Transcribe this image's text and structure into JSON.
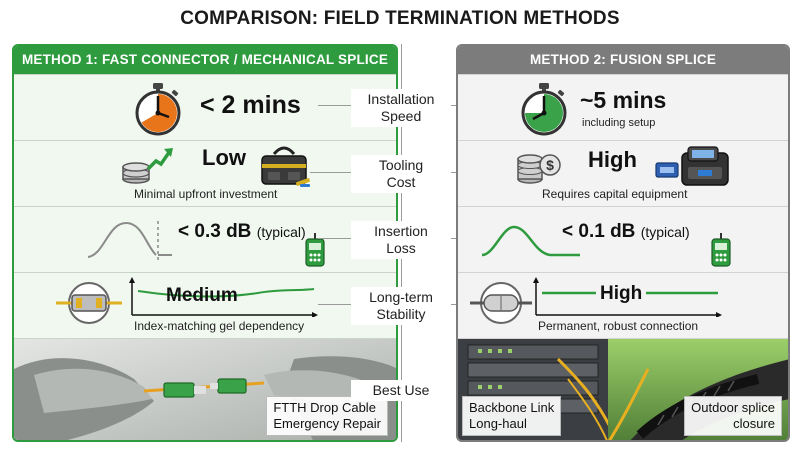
{
  "title": "COMPARISON: FIELD TERMINATION METHODS",
  "method1": {
    "header": "METHOD 1: FAST CONNECTOR / MECHANICAL SPLICE",
    "speed": "< 2 mins",
    "cost": "Low",
    "cost_note": "Minimal upfront investment",
    "loss": "< 0.3 dB",
    "loss_qualifier": "(typical)",
    "stability": "Medium",
    "stability_note": "Index-matching gel dependency",
    "use_caption_line1": "FTTH Drop Cable",
    "use_caption_line2": "Emergency Repair"
  },
  "method2": {
    "header": "METHOD 2: FUSION SPLICE",
    "speed": "~5 mins",
    "speed_note": "including setup",
    "cost": "High",
    "cost_note": "Requires capital equipment",
    "loss": "< 0.1 dB",
    "loss_qualifier": "(typical)",
    "stability": "High",
    "stability_note": "Permanent, robust connection",
    "use_caption_a_line1": "Backbone Link",
    "use_caption_a_line2": "Long-haul",
    "use_caption_b_line1": "Outdoor splice",
    "use_caption_b_line2": "closure"
  },
  "criteria": {
    "speed_line1": "Installation",
    "speed_line2": "Speed",
    "cost_line1": "Tooling",
    "cost_line2": "Cost",
    "loss_line1": "Insertion",
    "loss_line2": "Loss",
    "stability_line1": "Long-term",
    "stability_line2": "Stability",
    "use": "Best Use"
  },
  "colors": {
    "method1": "#2e9b3e",
    "method2": "#7c7c7c",
    "timer_orange": "#e8751a",
    "timer_green": "#3aa34a"
  },
  "icons": {
    "speed": "stopwatch-icon",
    "cost": "coin-stack-icon",
    "loss": "power-meter-icon",
    "stability": "splice-sleeve-icon"
  }
}
